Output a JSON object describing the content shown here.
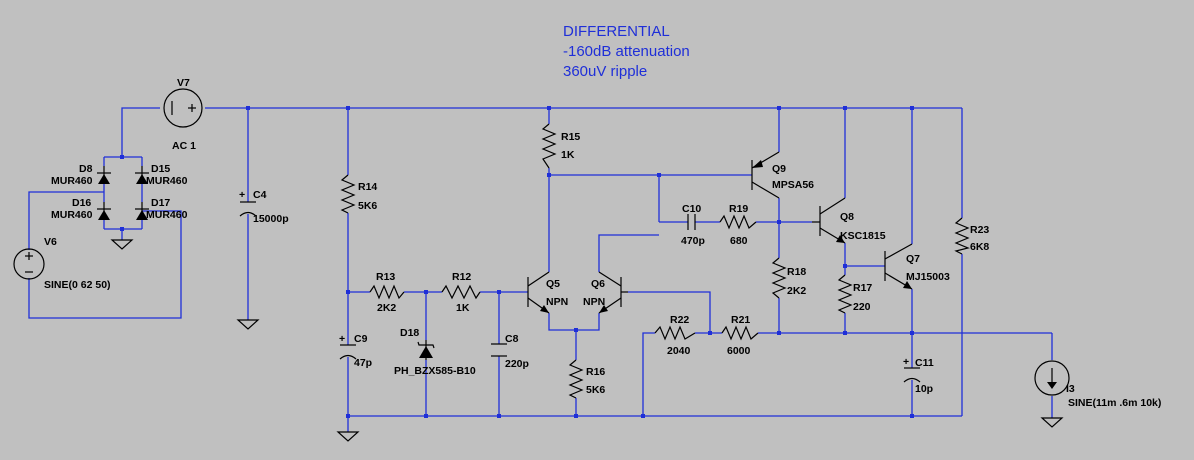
{
  "title": {
    "line1": "DIFFERENTIAL",
    "line2": "-160dB attenuation",
    "line3": "360uV ripple"
  },
  "components": {
    "V7": {
      "name": "V7",
      "value": "AC 1"
    },
    "V6": {
      "name": "V6",
      "value": "SINE(0 62 50)"
    },
    "D8": {
      "name": "D8",
      "value": "MUR460"
    },
    "D15": {
      "name": "D15",
      "value": "MUR460"
    },
    "D16": {
      "name": "D16",
      "value": "MUR460"
    },
    "D17": {
      "name": "D17",
      "value": "MUR460"
    },
    "C4": {
      "name": "C4",
      "value": "15000p"
    },
    "R14": {
      "name": "R14",
      "value": "5K6"
    },
    "C9": {
      "name": "C9",
      "value": "47p"
    },
    "R13": {
      "name": "R13",
      "value": "2K2"
    },
    "D18": {
      "name": "D18",
      "value": "PH_BZX585-B10"
    },
    "R12": {
      "name": "R12",
      "value": "1K"
    },
    "C8": {
      "name": "C8",
      "value": "220p"
    },
    "R15": {
      "name": "R15",
      "value": "1K"
    },
    "Q5": {
      "name": "Q5",
      "value": "NPN"
    },
    "Q6": {
      "name": "Q6",
      "value": "NPN"
    },
    "R16": {
      "name": "R16",
      "value": "5K6"
    },
    "Q9": {
      "name": "Q9",
      "value": "MPSA56"
    },
    "C10": {
      "name": "C10",
      "value": "470p"
    },
    "R19": {
      "name": "R19",
      "value": "680"
    },
    "Q8": {
      "name": "Q8",
      "value": "KSC1815"
    },
    "R18": {
      "name": "R18",
      "value": "2K2"
    },
    "R22": {
      "name": "R22",
      "value": "2040"
    },
    "R21": {
      "name": "R21",
      "value": "6000"
    },
    "Q7": {
      "name": "Q7",
      "value": "MJ15003"
    },
    "R17": {
      "name": "R17",
      "value": "220"
    },
    "C11": {
      "name": "C11",
      "value": "10p"
    },
    "R23": {
      "name": "R23",
      "value": "6K8"
    },
    "I3": {
      "name": "I3",
      "value": "SINE(11m .6m 10k)"
    }
  },
  "colors": {
    "background": "#c0c0c0",
    "wire": "#1f2fd8",
    "component": "#000000",
    "title_text": "#1f2fd8"
  }
}
